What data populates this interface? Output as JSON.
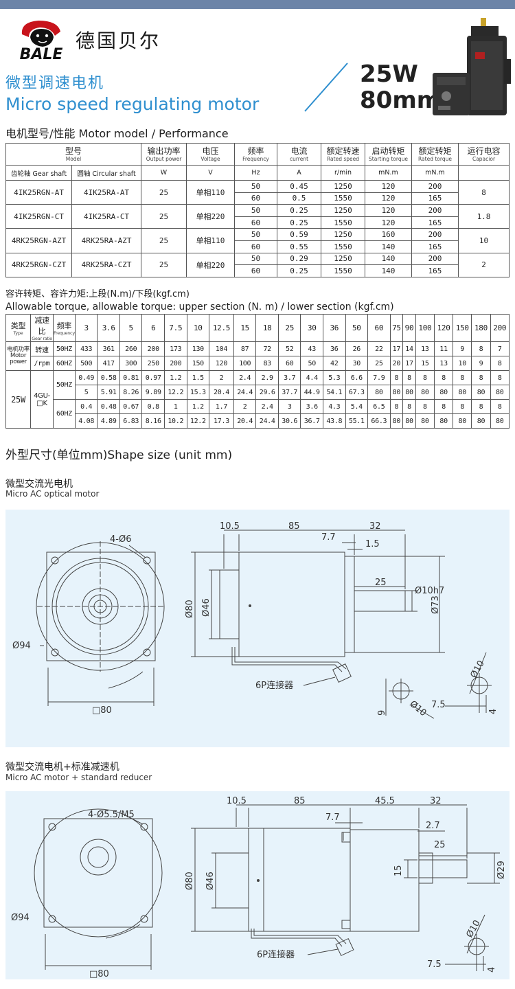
{
  "header": {
    "brand_logo_text": "BALE",
    "brand_cn": "德国贝尔",
    "title_cn": "微型调速电机",
    "title_en": "Micro speed regulating motor",
    "spec_power": "25W",
    "spec_size": "80mm"
  },
  "performance": {
    "section_title": "电机型号/性能 Motor model / Performance",
    "headers": [
      {
        "cn": "型号",
        "en": "Model"
      },
      {
        "cn": "输出功率",
        "en": "Output power"
      },
      {
        "cn": "电压",
        "en": "Voltage"
      },
      {
        "cn": "频率",
        "en": "Frequency"
      },
      {
        "cn": "电流",
        "en": "current"
      },
      {
        "cn": "额定转速",
        "en": "Rated speed"
      },
      {
        "cn": "启动转矩",
        "en": "Starting torque"
      },
      {
        "cn": "额定转矩",
        "en": "Rated torque"
      },
      {
        "cn": "运行电容",
        "en": "Capacior"
      }
    ],
    "subheaders": [
      "齿轮轴 Gear shaft",
      "圆轴 Circular shaft",
      "W",
      "V",
      "Hz",
      "A",
      "r/min",
      "mN.m",
      "mN.m",
      ""
    ],
    "groups": [
      {
        "gear": "4IK25RGN-AT",
        "round": "4IK25RA-AT",
        "power": "25",
        "voltage": "单相110",
        "capacitor": "8",
        "rows": [
          [
            "50",
            "0.45",
            "1250",
            "120",
            "200"
          ],
          [
            "60",
            "0.5",
            "1550",
            "120",
            "165"
          ]
        ]
      },
      {
        "gear": "4IK25RGN-CT",
        "round": "4IK25RA-CT",
        "power": "25",
        "voltage": "单相220",
        "capacitor": "1.8",
        "rows": [
          [
            "50",
            "0.25",
            "1250",
            "120",
            "200"
          ],
          [
            "60",
            "0.25",
            "1550",
            "120",
            "165"
          ]
        ]
      },
      {
        "gear": "4RK25RGN-AZT",
        "round": "4RK25RA-AZT",
        "power": "25",
        "voltage": "单相110",
        "capacitor": "10",
        "rows": [
          [
            "50",
            "0.59",
            "1250",
            "160",
            "200"
          ],
          [
            "60",
            "0.55",
            "1550",
            "140",
            "165"
          ]
        ]
      },
      {
        "gear": "4RK25RGN-CZT",
        "round": "4RK25RA-CZT",
        "power": "25",
        "voltage": "单相220",
        "capacitor": "2",
        "rows": [
          [
            "50",
            "0.29",
            "1250",
            "140",
            "200"
          ],
          [
            "60",
            "0.25",
            "1550",
            "140",
            "165"
          ]
        ]
      }
    ]
  },
  "torque": {
    "title_cn": "容许转矩、容许力矩:上段(N.m)/下段(kgf.cm)",
    "title_en": "Allowable torque, allowable torque: upper section (N. m) / lower section (kgf.cm)",
    "type_cn": "类型",
    "type_en": "Type",
    "ratio_cn": "减速比",
    "ratio_en": "Gear ratio",
    "freq_cn": "频率",
    "freq_en": "Frequency",
    "ratios": [
      "3",
      "3.6",
      "5",
      "6",
      "7.5",
      "10",
      "12.5",
      "15",
      "18",
      "25",
      "30",
      "36",
      "50",
      "60",
      "75",
      "90",
      "100",
      "120",
      "150",
      "180",
      "200"
    ],
    "power_label_cn": "电机功率",
    "power_label_en": "Motor power",
    "speed_label": "转速",
    "speed_unit": "/rpm",
    "speed_rows": [
      {
        "hz": "50HZ",
        "values": [
          "433",
          "361",
          "260",
          "200",
          "173",
          "130",
          "104",
          "87",
          "72",
          "52",
          "43",
          "36",
          "26",
          "22",
          "17",
          "14",
          "13",
          "11",
          "9",
          "8",
          "7"
        ]
      },
      {
        "hz": "60HZ",
        "values": [
          "500",
          "417",
          "300",
          "250",
          "200",
          "150",
          "120",
          "100",
          "83",
          "60",
          "50",
          "42",
          "30",
          "25",
          "20",
          "17",
          "15",
          "13",
          "10",
          "9",
          "8"
        ]
      }
    ],
    "motor": "25W",
    "gearbox": "4GU-□K",
    "torque_rows": [
      {
        "hz": "50HZ",
        "upper": [
          "0.49",
          "0.58",
          "0.81",
          "0.97",
          "1.2",
          "1.5",
          "2",
          "2.4",
          "2.9",
          "3.7",
          "4.4",
          "5.3",
          "6.6",
          "7.9",
          "8",
          "8",
          "8",
          "8",
          "8",
          "8",
          "8"
        ],
        "lower": [
          "5",
          "5.91",
          "8.26",
          "9.89",
          "12.2",
          "15.3",
          "20.4",
          "24.4",
          "29.6",
          "37.7",
          "44.9",
          "54.1",
          "67.3",
          "80",
          "80",
          "80",
          "80",
          "80",
          "80",
          "80",
          "80"
        ]
      },
      {
        "hz": "60HZ",
        "upper": [
          "0.4",
          "0.48",
          "0.67",
          "0.8",
          "1",
          "1.2",
          "1.7",
          "2",
          "2.4",
          "3",
          "3.6",
          "4.3",
          "5.4",
          "6.5",
          "8",
          "8",
          "8",
          "8",
          "8",
          "8",
          "8"
        ],
        "lower": [
          "4.08",
          "4.89",
          "6.83",
          "8.16",
          "10.2",
          "12.2",
          "17.3",
          "20.4",
          "24.4",
          "30.6",
          "36.7",
          "43.8",
          "55.1",
          "66.3",
          "80",
          "80",
          "80",
          "80",
          "80",
          "80",
          "80"
        ]
      }
    ]
  },
  "shape": {
    "section_title": "外型尺寸(单位mm)Shape size (unit mm)",
    "optical": {
      "title_cn": "微型交流光电机",
      "title_en": "Micro AC optical motor",
      "labels": {
        "holes": "4-Ø6",
        "dia94": "Ø94",
        "sq80": "□80",
        "d10_5": "10.5",
        "d85": "85",
        "d7_7": "7.7",
        "d32": "32",
        "d1_5": "1.5",
        "d25": "25",
        "shaft": "Ø10h7",
        "dia80": "Ø80",
        "dia46": "Ø46",
        "dia73": "Ø73",
        "connector": "6P连接器",
        "d9": "9",
        "dia10": "Ø10",
        "d7_5": "7.5",
        "d4": "4"
      }
    },
    "reducer": {
      "title_cn": "微型交流电机+标准减速机",
      "title_en": "Micro AC motor + standard reducer",
      "labels": {
        "holes": "4-Ø5.5/M5",
        "dia94": "Ø94",
        "sq80": "□80",
        "d10_5": "10.5",
        "d85": "85",
        "d45_5": "45.5",
        "d32": "32",
        "d7_7": "7.7",
        "d2_7": "2.7",
        "d25": "25",
        "dia29": "Ø29",
        "d15": "15",
        "dia80": "Ø80",
        "dia46": "Ø46",
        "connector": "6P连接器",
        "dia10": "Ø10",
        "d7_5": "7.5",
        "d4": "4"
      }
    }
  }
}
